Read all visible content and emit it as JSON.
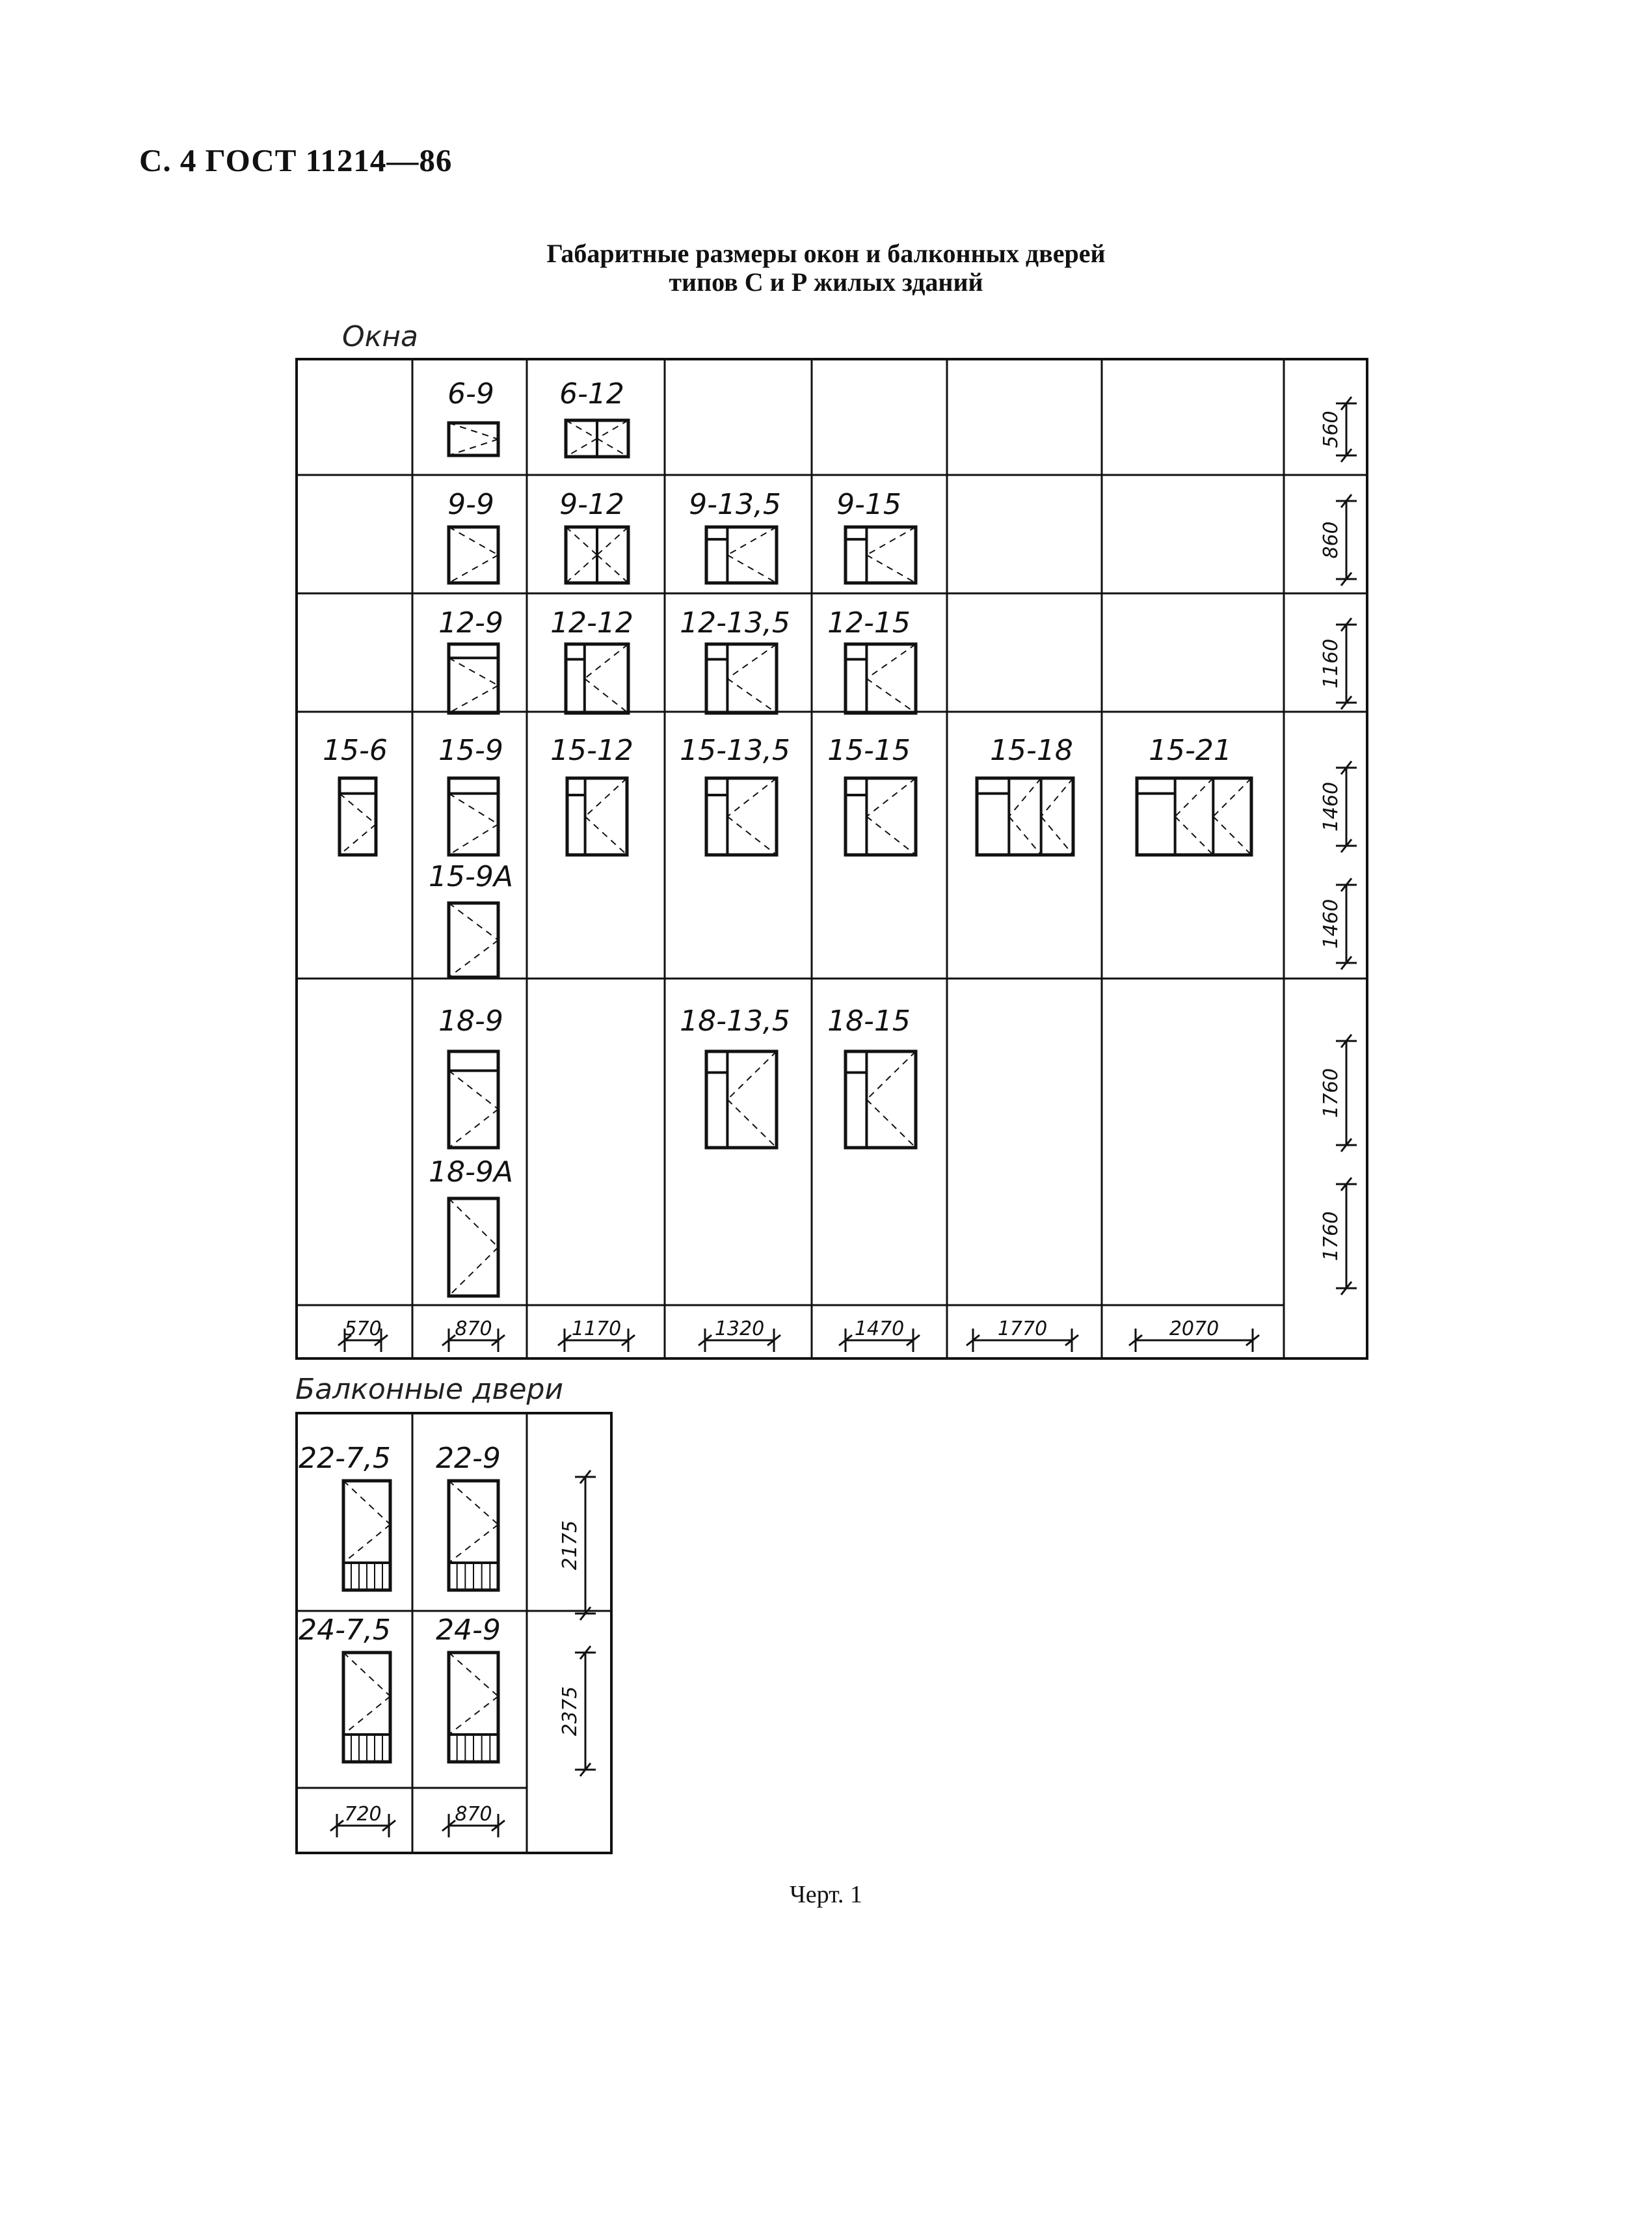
{
  "header": "С. 4 ГОСТ 11214—86",
  "title": {
    "line1": "Габаритные размеры окон и балконных дверей",
    "line2": "типов С и Р жилых зданий"
  },
  "windows": {
    "label": "Окна",
    "heights": [
      "560",
      "860",
      "1160",
      "1460",
      "1460",
      "1760",
      "1760"
    ],
    "widths": [
      "570",
      "870",
      "1170",
      "1320",
      "1470",
      "1770",
      "2070"
    ],
    "items": [
      {
        "code": "6-9"
      },
      {
        "code": "6-12"
      },
      {
        "code": "9-9"
      },
      {
        "code": "9-12"
      },
      {
        "code": "9-13,5"
      },
      {
        "code": "9-15"
      },
      {
        "code": "12-9"
      },
      {
        "code": "12-12"
      },
      {
        "code": "12-13,5"
      },
      {
        "code": "12-15"
      },
      {
        "code": "15-6"
      },
      {
        "code": "15-9"
      },
      {
        "code": "15-12"
      },
      {
        "code": "15-13,5"
      },
      {
        "code": "15-15"
      },
      {
        "code": "15-18"
      },
      {
        "code": "15-21"
      },
      {
        "code": "15-9А"
      },
      {
        "code": "18-9"
      },
      {
        "code": "18-13,5"
      },
      {
        "code": "18-15"
      },
      {
        "code": "18-9А"
      }
    ]
  },
  "balcony_doors": {
    "label": "Балконные двери",
    "heights": [
      "2175",
      "2375"
    ],
    "widths": [
      "720",
      "870"
    ],
    "items": [
      {
        "code": "22-7,5"
      },
      {
        "code": "22-9"
      },
      {
        "code": "24-7,5"
      },
      {
        "code": "24-9"
      }
    ]
  },
  "caption": "Черт. 1"
}
